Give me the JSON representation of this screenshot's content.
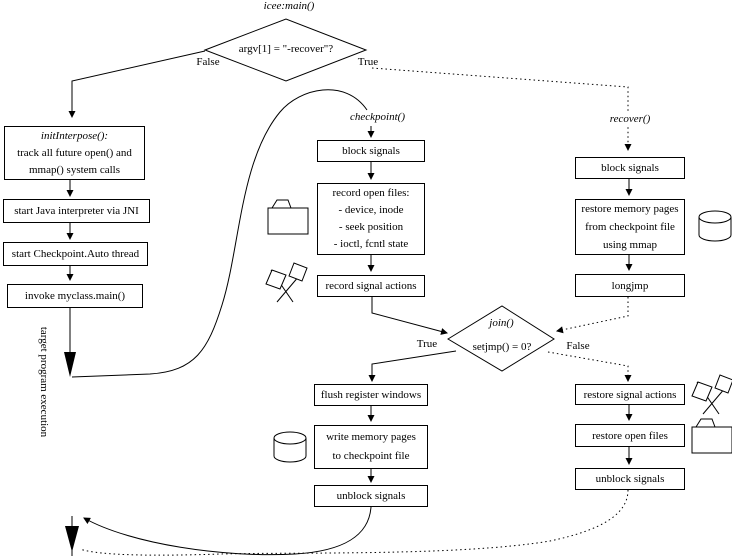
{
  "diagram": {
    "main_label": "icee:main()",
    "decision": {
      "condition": "argv[1] = \"-recover\"?",
      "false_label": "False",
      "true_label": "True"
    },
    "init_box": {
      "title": "initInterpose():",
      "line2": "track all future open() and",
      "line3": "mmap() system calls"
    },
    "start_jvm": "start Java interpreter via JNI",
    "start_thread": "start Checkpoint.Auto thread",
    "invoke_main": "invoke myclass.main()",
    "target_execution": "target program execution",
    "checkpoint": {
      "label": "checkpoint()",
      "block_signals": "block signals",
      "record_open_files": {
        "title": "record open files:",
        "item1": "- device, inode",
        "item2": "- seek position",
        "item3": "- ioctl, fcntl state"
      },
      "record_signal_actions": "record signal actions",
      "flush_register_windows": "flush register windows",
      "write_memory_pages": {
        "line1": "write memory pages",
        "line2": "to checkpoint file"
      },
      "unblock_signals": "unblock signals"
    },
    "join": {
      "label": "join()",
      "condition": "setjmp() = 0?",
      "true_label": "True",
      "false_label": "False"
    },
    "recover": {
      "label": "recover()",
      "block_signals": "block signals",
      "restore_memory_pages": {
        "line1": "restore memory pages",
        "line2": "from checkpoint file",
        "line3": "using mmap"
      },
      "longjmp": "longjmp",
      "restore_signal_actions": "restore signal actions",
      "restore_open_files": "restore open files",
      "unblock_signals": "unblock signals"
    },
    "icons": {
      "open_files": "folder-icon",
      "signal_actions": "crossed-flags-icon",
      "checkpoint_file": "disk-cylinder-icon"
    },
    "colors": {
      "ink": "#000000",
      "background": "#ffffff"
    }
  }
}
